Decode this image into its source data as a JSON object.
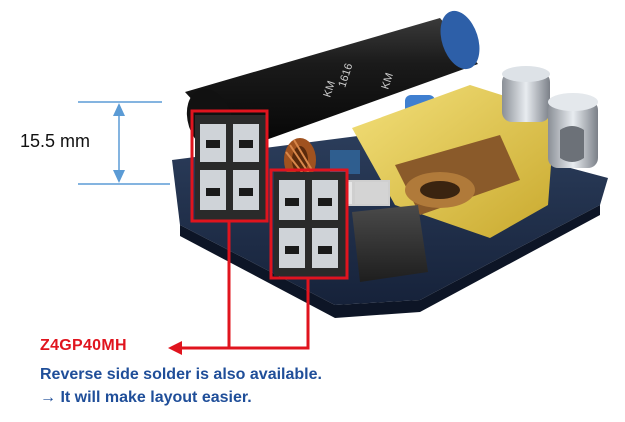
{
  "dimension": {
    "label": "15.5 mm",
    "color": "#5b9bd5"
  },
  "callout": {
    "part_number": "Z4GP40MH",
    "note_line1": "Reverse side solder is also available.",
    "note_line2": "→ It will make layout easier.",
    "highlight_color": "#e0141e",
    "note_color": "#1f4e99"
  },
  "board_markings": {
    "capacitor_text_1": "KM",
    "capacitor_text_2": "1616",
    "capacitor_text_3": "KM"
  }
}
